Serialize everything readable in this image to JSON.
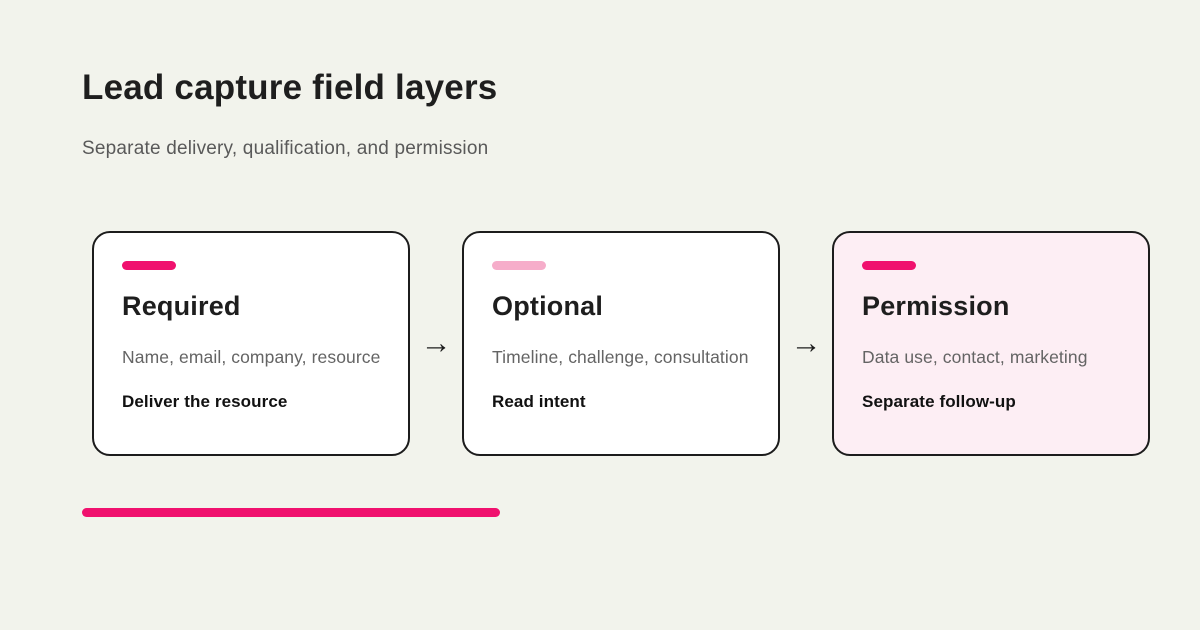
{
  "page": {
    "title": "Lead capture field layers",
    "subtitle": "Separate delivery, qualification, and permission"
  },
  "colors": {
    "background": "#f2f3ec",
    "card_background": "#ffffff",
    "card_background_highlight": "#fdeef4",
    "card_border": "#1c1c1c",
    "accent_pink": "#f0116e",
    "accent_pink_light": "#f6adca",
    "text_dark": "#1e1e1e",
    "text_gray": "#646464"
  },
  "flow": {
    "arrow_glyph": "→",
    "cards": [
      {
        "title": "Required",
        "fields": "Name, email, company, resource",
        "action": "Deliver the resource",
        "accent_color": "#f0116e",
        "background": "#ffffff"
      },
      {
        "title": "Optional",
        "fields": "Timeline, challenge, consultation",
        "action": "Read intent",
        "accent_color": "#f6adca",
        "background": "#ffffff"
      },
      {
        "title": "Permission",
        "fields": "Data use, contact, marketing",
        "action": "Separate follow-up",
        "accent_color": "#f0116e",
        "background": "#fdeef4"
      }
    ]
  },
  "footer": {
    "underline_bar_color": "#f0116e"
  }
}
